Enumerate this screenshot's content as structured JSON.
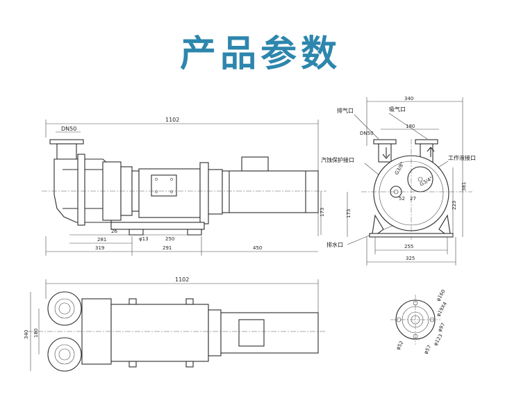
{
  "title": "产品参数",
  "side_view": {
    "dim_overall": "1102",
    "dim_inlet": "DN50",
    "dim_height": "173",
    "dim_26": "26",
    "dim_hole": "φ13",
    "dim_250": "250",
    "dim_281": "281",
    "dim_319": "319",
    "dim_291": "291",
    "dim_450": "450"
  },
  "end_view": {
    "dim_width": "340",
    "dim_inner": "180",
    "dim_inlet": "DN50",
    "label_exhaust": "排气口",
    "label_suction": "吸气口",
    "label_cavitation": "汽蚀保护接口",
    "label_working_fluid": "工作液接口",
    "label_drain": "排水口",
    "g38": "G3/8\"",
    "g34": "G3/4\"",
    "dim_52": "52",
    "dim_27": "27",
    "dim_381": "381",
    "dim_223": "223",
    "dim_173": "173",
    "dim_255": "255",
    "dim_325": "325"
  },
  "top_view": {
    "dim_overall": "1102",
    "dim_340": "340",
    "dim_180": "180"
  },
  "flange": {
    "d160": "φ160",
    "d19x4": "φ19X4",
    "d97": "φ97",
    "d123": "φ123",
    "d57": "φ57",
    "d52": "φ52"
  }
}
